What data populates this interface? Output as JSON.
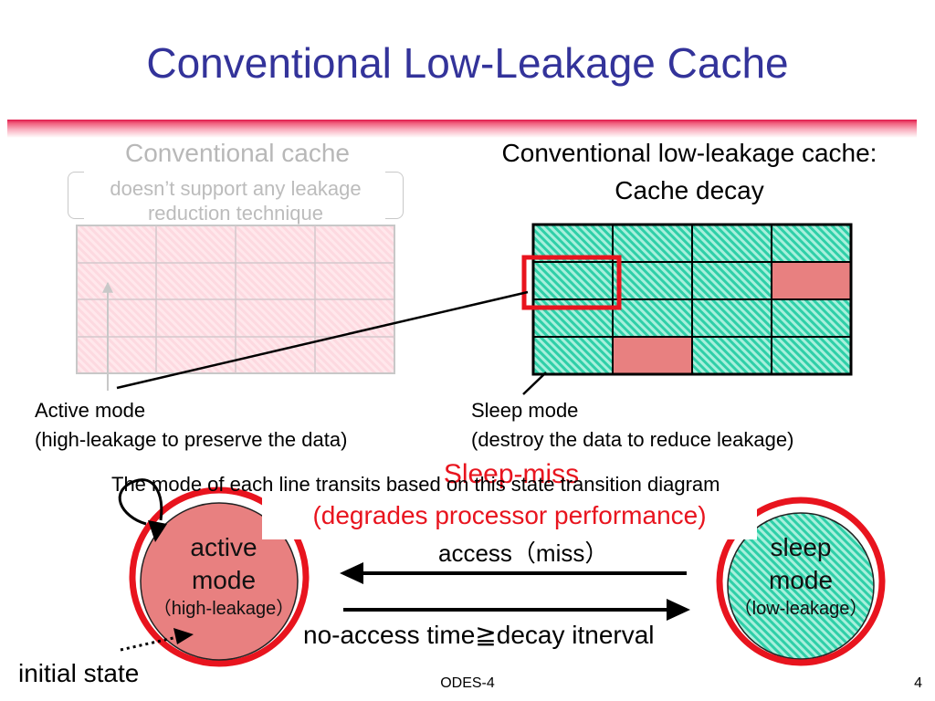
{
  "slide": {
    "title": "Conventional Low-Leakage Cache",
    "footer_center": "ODES-4",
    "page_number": "4"
  },
  "left_panel": {
    "title": "Conventional cache",
    "subtitle_line1": "doesn’t support any leakage",
    "subtitle_line2": "reduction technique"
  },
  "right_panel": {
    "title_line1": "Conventional low-leakage cache:",
    "title_line2": "Cache decay"
  },
  "cache_grid": {
    "rows": 4,
    "cols": 4,
    "cells": [
      [
        "active",
        "active",
        "active",
        "active"
      ],
      [
        "active",
        "active",
        "active",
        "sleep"
      ],
      [
        "active",
        "active",
        "active",
        "active"
      ],
      [
        "active",
        "sleep",
        "active",
        "active"
      ]
    ]
  },
  "labels": {
    "active_mode_line1": "Active mode",
    "active_mode_line2": "(high-leakage to preserve the data)",
    "sleep_mode_line1": "Sleep mode",
    "sleep_mode_line2": "(destroy the data to reduce leakage)"
  },
  "state_diagram": {
    "caption": "The mode of each line transits based on this state transition diagram",
    "sleep_miss_title": "Sleep-miss",
    "sleep_miss_subtitle": "(degrades processor performance)",
    "active_state": {
      "line1": "active",
      "line2": "mode",
      "line3": "（high-leakage）"
    },
    "sleep_state": {
      "line1": "sleep",
      "line2": "mode",
      "line3": "（low-leakage）"
    },
    "arrow_access_miss": "access（miss）",
    "arrow_no_access": "no-access time≧decay itnerval",
    "initial_state": "initial state"
  },
  "colors": {
    "title_blue": "#33339a",
    "accent_red": "#e8141e",
    "active_fill": "#e88080",
    "sleep_fill": "#3fd9b4",
    "faded_grid_fill": "#ffe6ea"
  }
}
